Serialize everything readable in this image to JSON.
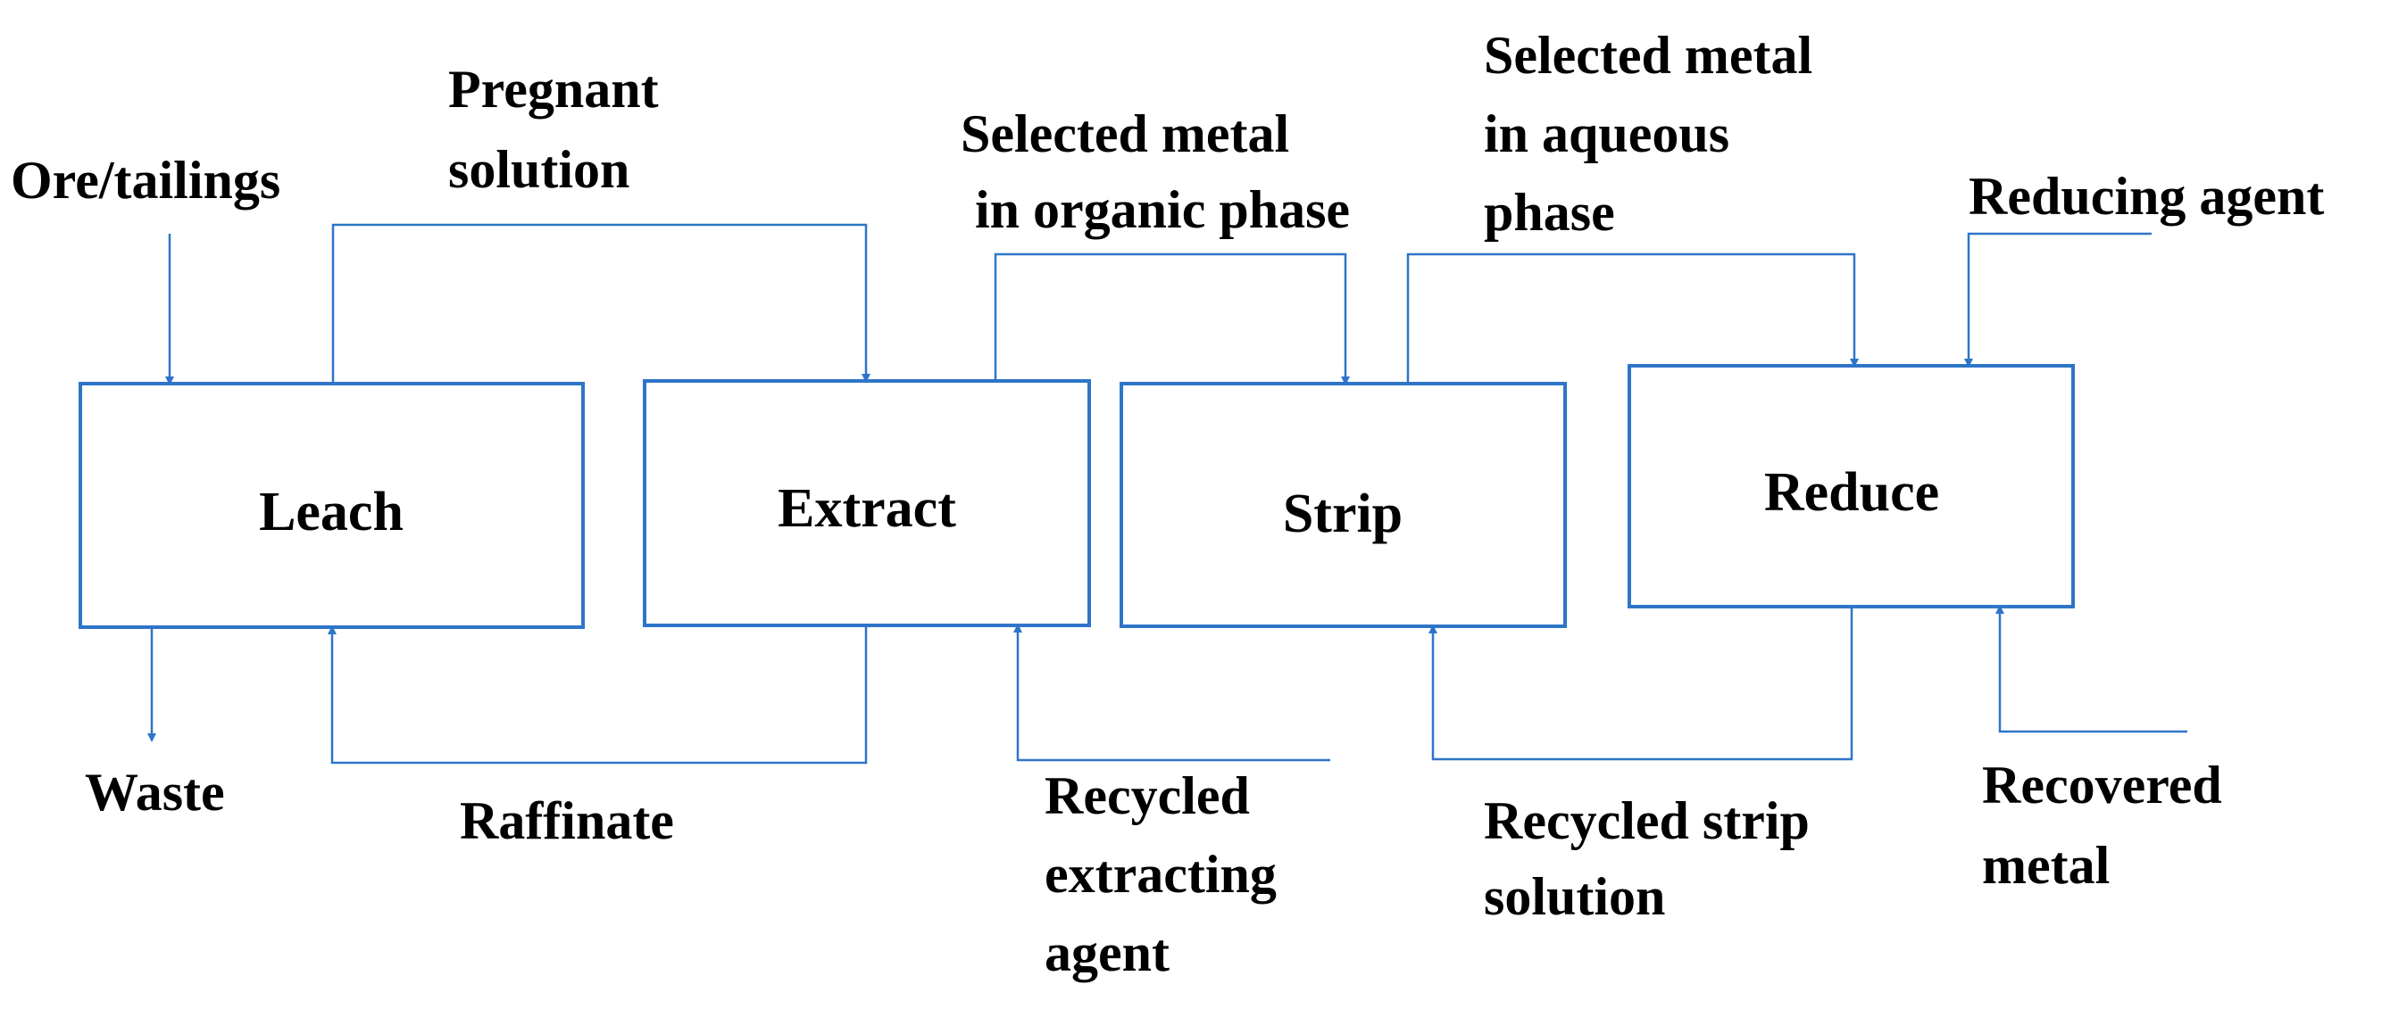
{
  "diagram": {
    "line_color": "#2e75c9",
    "text_color": "#000000",
    "stages": [
      {
        "id": "leach",
        "label": "Leach"
      },
      {
        "id": "extract",
        "label": "Extract"
      },
      {
        "id": "strip",
        "label": "Strip"
      },
      {
        "id": "reduce",
        "label": "Reduce"
      }
    ],
    "labels": {
      "ore_tailings": "Ore/tailings",
      "pregnant_solution": [
        "Pregnant",
        "solution"
      ],
      "selected_metal_organic": [
        "Selected metal",
        "in organic phase"
      ],
      "selected_metal_aqueous": [
        "Selected metal",
        "in aqueous",
        "phase"
      ],
      "reducing_agent": "Reducing agent",
      "waste": "Waste",
      "raffinate": "Raffinate",
      "recycled_extracting_agent": [
        "Recycled",
        "extracting",
        "agent"
      ],
      "recycled_strip_solution": [
        "Recycled strip",
        "solution"
      ],
      "recovered_metal": [
        "Recovered",
        "metal"
      ]
    },
    "flows": [
      {
        "id": "ore-to-leach",
        "from": "Ore/tailings",
        "to": "Leach"
      },
      {
        "id": "leach-to-extract",
        "from": "Leach",
        "to": "Extract"
      },
      {
        "id": "extract-to-strip",
        "from": "Extract",
        "to": "Strip"
      },
      {
        "id": "strip-to-reduce",
        "from": "Strip",
        "to": "Reduce"
      },
      {
        "id": "reducing-agent-to-reduce",
        "from": "Reducing agent",
        "to": "Reduce"
      },
      {
        "id": "leach-to-waste",
        "from": "Leach",
        "to": "Waste"
      },
      {
        "id": "extract-to-leach",
        "from": "Extract",
        "to": "Leach"
      },
      {
        "id": "recycled-agent-to-extract",
        "from": "Recycled extracting agent",
        "to": "Extract"
      },
      {
        "id": "reduce-to-strip",
        "from": "Reduce",
        "to": "Strip"
      },
      {
        "id": "recovered-metal-to-reduce",
        "from": "Recovered metal",
        "to": "Reduce"
      }
    ]
  }
}
